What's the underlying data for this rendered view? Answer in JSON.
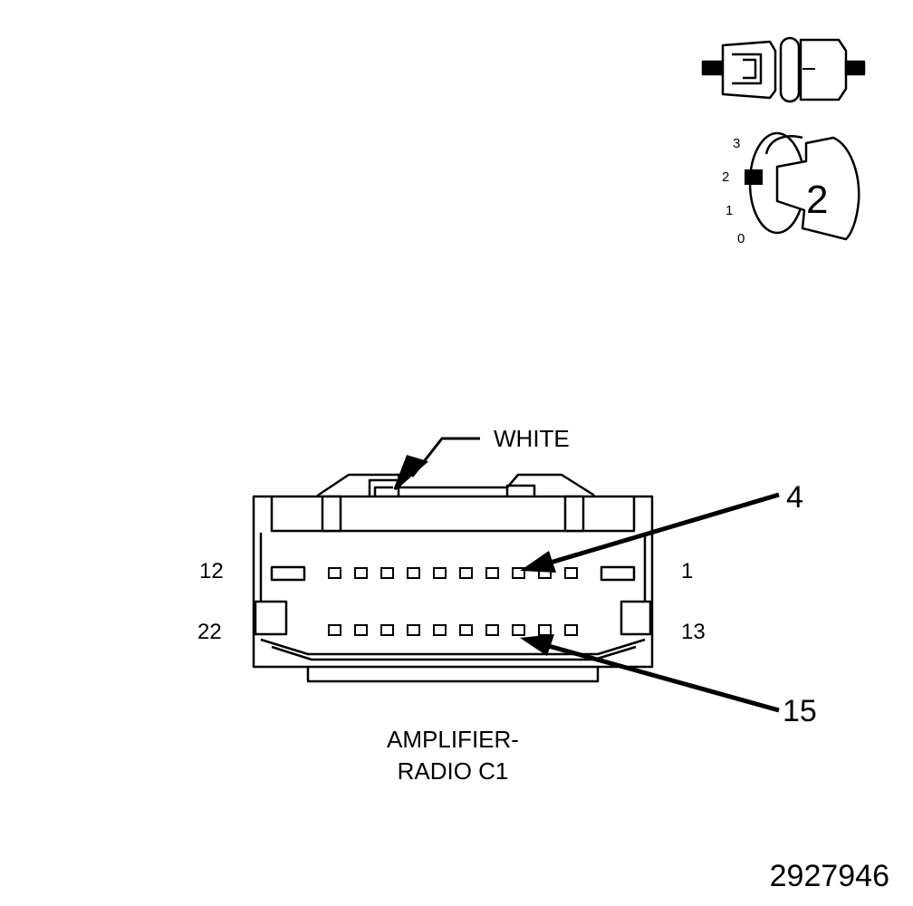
{
  "connector_label": {
    "line1": "AMPLIFIER-",
    "line2": "RADIO C1"
  },
  "color_callout": "WHITE",
  "pin_callouts": {
    "pin_a": "4",
    "pin_b": "15"
  },
  "row_end_labels": {
    "top_left": "12",
    "top_right": "1",
    "bottom_left": "22",
    "bottom_right": "13"
  },
  "position_indicator": {
    "scale": [
      "3",
      "2",
      "1",
      "0"
    ],
    "value": "2"
  },
  "figure_id": "2927946"
}
